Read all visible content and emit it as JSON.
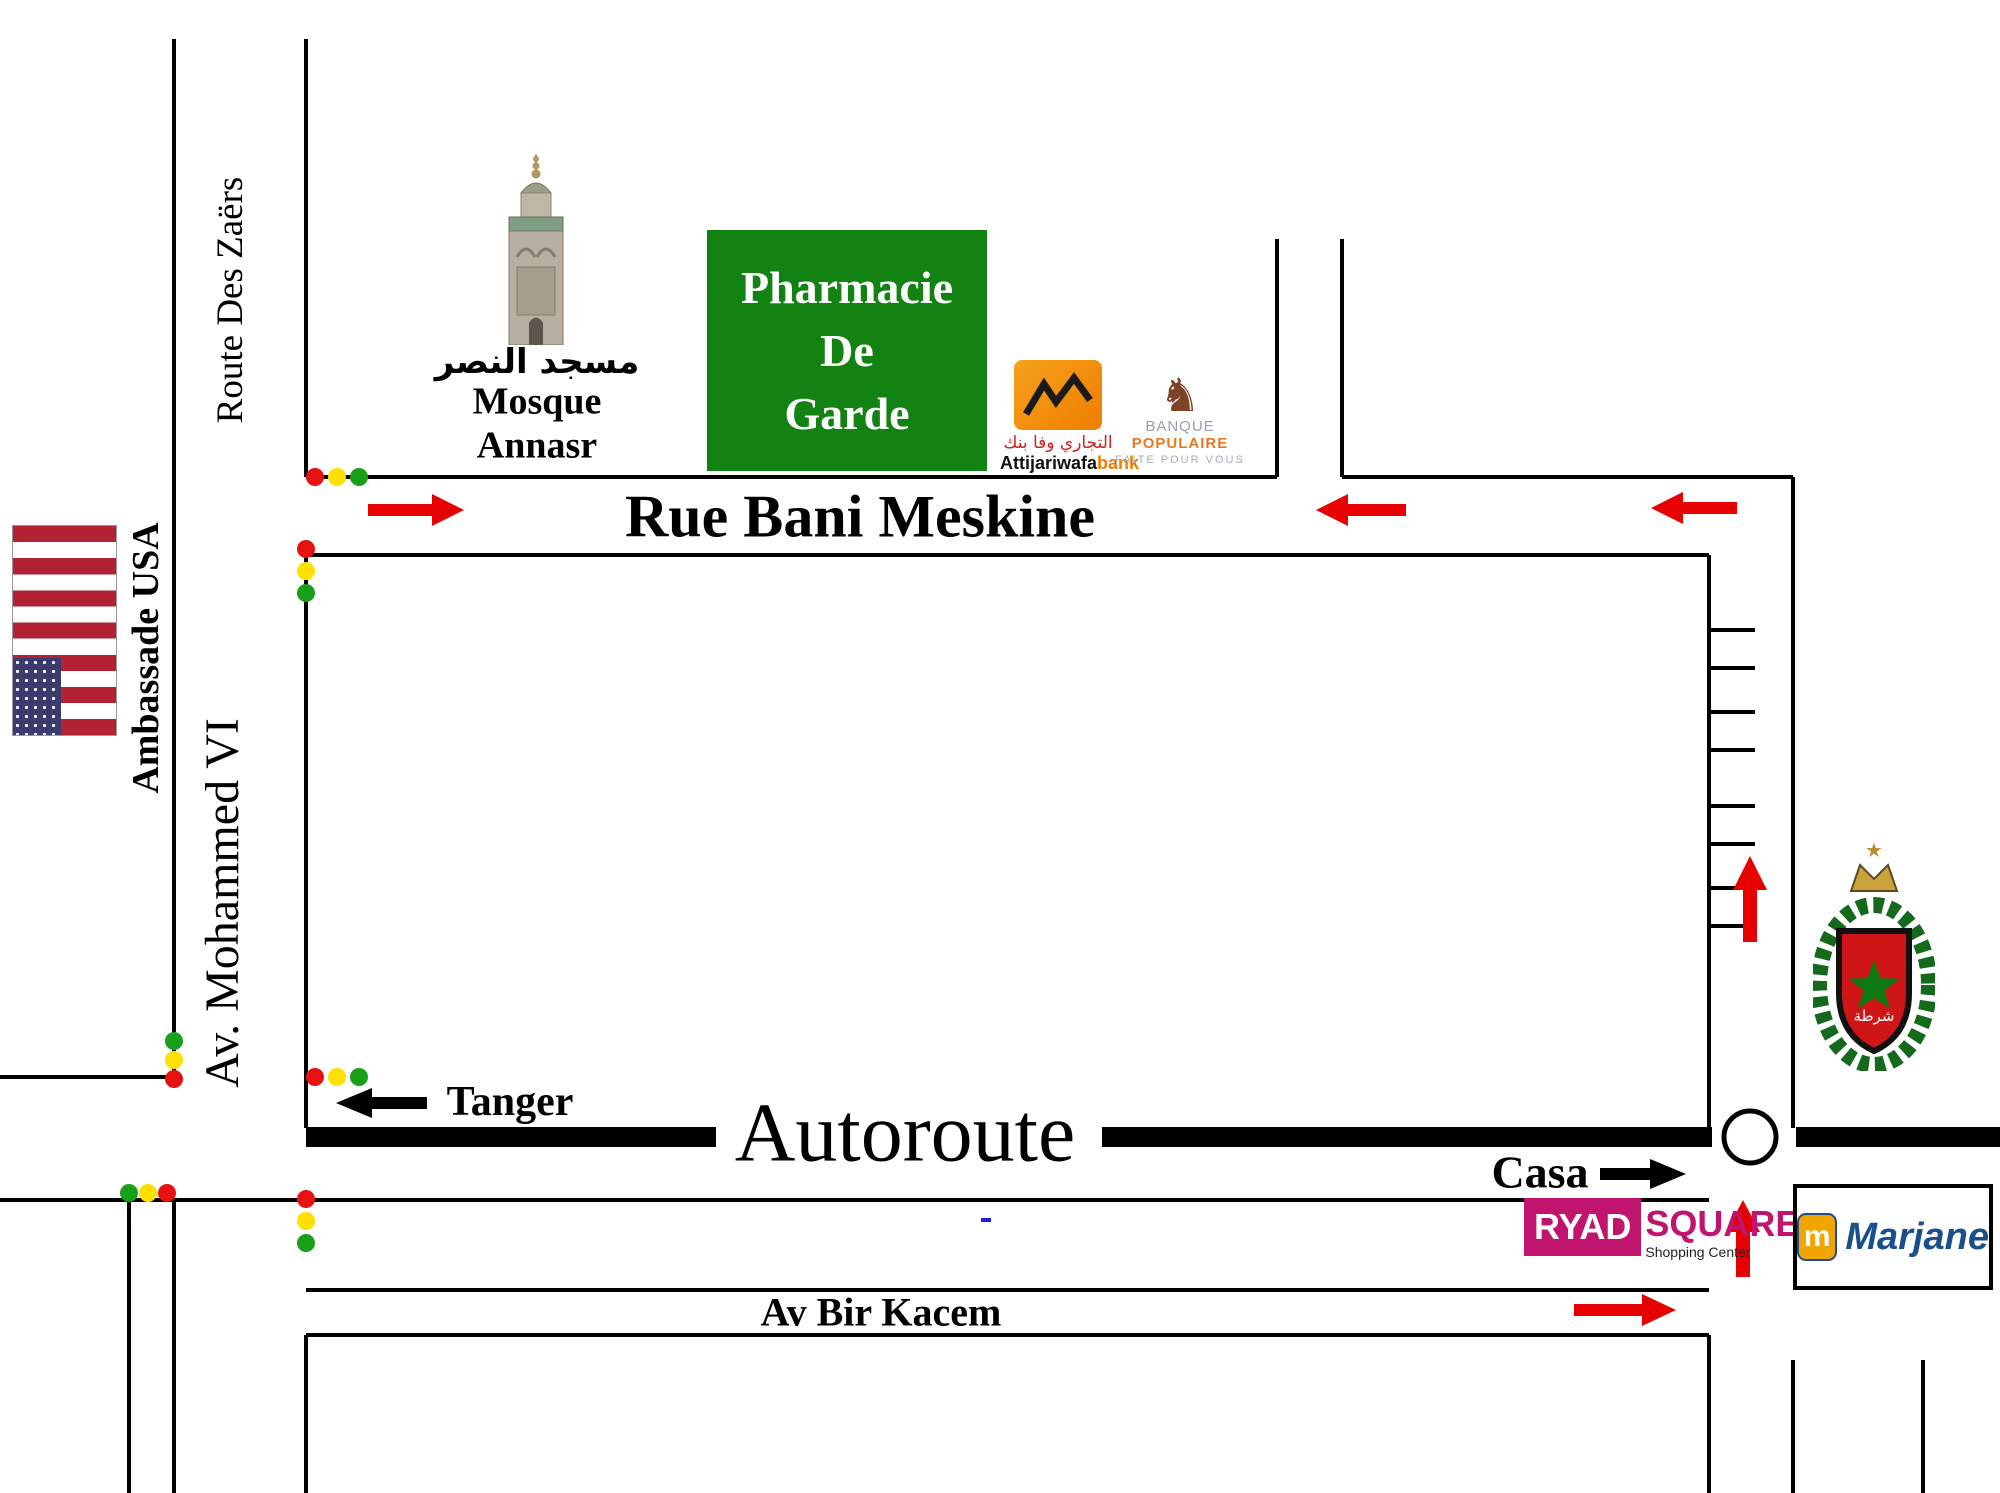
{
  "labels": {
    "route_des_zaers": "Route Des Zaërs",
    "ambassade_usa": "Ambassade USA",
    "av_mohammed_vi": "Av. Mohammed VI",
    "rue_bani_meskine": "Rue Bani Meskine",
    "tanger": "Tanger",
    "autoroute": "Autoroute",
    "casa": "Casa",
    "av_bir_kacem": "Av Bir Kacem",
    "mosque": {
      "arabic": "مسجد النصر",
      "line1": "Mosque",
      "line2": "Annasr"
    },
    "pharmacie": {
      "line1": "Pharmacie",
      "line2": "De",
      "line3": "Garde"
    }
  },
  "logos": {
    "attijariwafa": {
      "arabic": "التجاري وفا بنك",
      "name": "Attijariwafa",
      "suffix": "bank"
    },
    "banque_populaire": {
      "word1": "BANQUE",
      "word2": "POPULAIRE",
      "tagline": "FAITE POUR VOUS",
      "horse_glyph": "♞"
    },
    "ryadsquare": {
      "word1": "RYAD",
      "word2": "SQUARE",
      "tagline": "Shopping Center"
    },
    "marjane": {
      "name": "Marjane",
      "icon_glyph": "m"
    }
  },
  "emblem": {
    "police_text": "شرطة",
    "star_glyph": "★"
  },
  "colors": {
    "pharmacy_green": "#128212",
    "arrow_red": "#e60000",
    "traffic_red": "#e61212",
    "traffic_yellow": "#ffe000",
    "traffic_green": "#18a018",
    "ryad_magenta": "#c0146e",
    "marjane_blue": "#1b4f8a",
    "attijari_orange": "#ef7d00",
    "bp_orange": "#e87722",
    "flag_red": "#b22234",
    "flag_blue": "#3c3b6e"
  }
}
